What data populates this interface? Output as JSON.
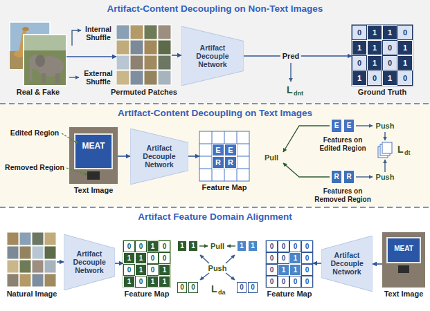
{
  "diagram": {
    "nodes": [
      {
        "text": [
          "Artifact-Content Decoupling on Non-Text Images"
        ]
      },
      {
        "text": [
          "Artifact-Content Decoupling on Text Images"
        ]
      },
      {
        "text": [
          "Artifact Feature Domain Alignment"
        ]
      },
      {
        "text": [
          "Real & Fake"
        ],
        "in": 0
      },
      {
        "text": [
          "Permuted Patches"
        ],
        "in": 0
      },
      {
        "text": [
          "Artifact Decouple Network"
        ],
        "in": 0
      },
      {
        "text": [
          "Ground Truth"
        ],
        "in": 0
      },
      {
        "text": [
          "Text Image"
        ],
        "in": 1
      },
      {
        "text": [
          "Artifact Decouple Network"
        ],
        "in": 1
      },
      {
        "text": [
          "Feature Map"
        ],
        "in": 1
      },
      {
        "text": [
          "Features on Edited Region"
        ],
        "in": 1
      },
      {
        "text": [
          "Features on Removed Region"
        ],
        "in": 1
      },
      {
        "text": [
          "Natural Image"
        ],
        "in": 2
      },
      {
        "text": [
          "Artifact Decouple Network"
        ],
        "in": 2
      },
      {
        "text": [
          "Feature Map"
        ],
        "in": 2
      },
      {
        "text": [
          "Feature Map"
        ],
        "in": 2
      },
      {
        "text": [
          "Artifact Decouple Network"
        ],
        "in": 2
      },
      {
        "text": [
          "Text Image"
        ],
        "in": 2
      }
    ],
    "edges": [
      {
        "from": 3,
        "to": 4,
        "arrow": "to"
      },
      {
        "from": 4,
        "to": 5,
        "arrow": "to"
      },
      {
        "from": 5,
        "to": 6,
        "arrow": "to",
        "label": "Pred"
      },
      {
        "from": 7,
        "to": 8,
        "arrow": "to"
      },
      {
        "from": 8,
        "to": 9,
        "arrow": "to"
      },
      {
        "from": 12,
        "to": 13,
        "arrow": "to"
      },
      {
        "from": 13,
        "to": 14,
        "arrow": "to"
      },
      {
        "from": 17,
        "to": 16,
        "arrow": "to"
      },
      {
        "from": 16,
        "to": 15,
        "arrow": "to"
      }
    ],
    "labels": [
      "Internal Shuffle",
      "External Shuffle",
      "0",
      "1",
      "1",
      "0",
      "1",
      "1",
      "0",
      "1",
      "0",
      "1",
      "0",
      "1",
      "1",
      "0",
      "1",
      "0",
      "L",
      "dnt",
      "Edited Region",
      "Removed Region",
      "MEAT",
      "E",
      "E",
      "R",
      "R",
      "Pull",
      "E",
      "E",
      "R",
      "R",
      "Push",
      "Push",
      "L",
      "dt",
      "0",
      "0",
      "1",
      "0",
      "1",
      "1",
      "0",
      "0",
      "0",
      "1",
      "0",
      "1",
      "1",
      "0",
      "1",
      "1",
      "1",
      "1",
      "Pull",
      "1",
      "1",
      "Push",
      "0",
      "0",
      "L",
      "da",
      "0",
      "0",
      "0",
      "0",
      "0",
      "0",
      "0",
      "0",
      "1",
      "0",
      "0",
      "1",
      "1",
      "0",
      "0",
      "0",
      "0",
      "0",
      "MEAT"
    ]
  }
}
